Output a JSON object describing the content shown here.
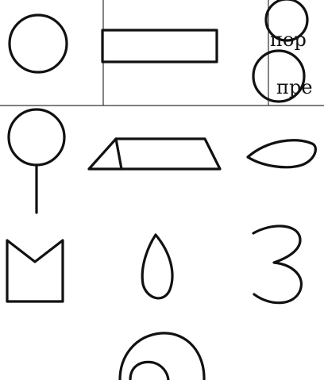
{
  "page": {
    "visible_text_top": "пор",
    "visible_text_bottom": "пре"
  },
  "colors": {
    "ink": "#111111",
    "grid_line": "#333333",
    "background": "#ffffff"
  },
  "shapes": [
    "circle",
    "rectangle",
    "stacked-circles",
    "circle-on-stick",
    "triangle-and-trapezoid",
    "leaf",
    "notched-square",
    "drop",
    "numeral-three",
    "spiral-arc"
  ]
}
